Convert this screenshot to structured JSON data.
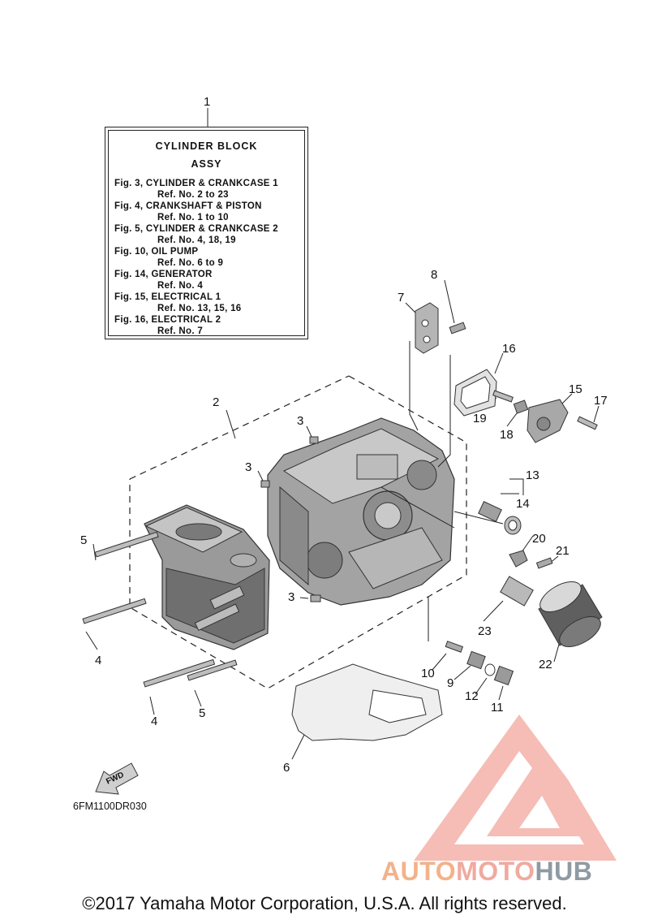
{
  "info_box": {
    "title_line1": "CYLINDER BLOCK",
    "title_line2": "ASSY",
    "figures": [
      {
        "fig": "Fig. 3, CYLINDER & CRANKCASE 1",
        "ref": "Ref. No. 2 to 23"
      },
      {
        "fig": "Fig. 4, CRANKSHAFT & PISTON",
        "ref": "Ref. No. 1 to 10"
      },
      {
        "fig": "Fig. 5, CYLINDER & CRANKCASE 2",
        "ref": "Ref. No. 4, 18, 19"
      },
      {
        "fig": "Fig. 10, OIL PUMP",
        "ref": "Ref. No. 6 to 9"
      },
      {
        "fig": "Fig. 14, GENERATOR",
        "ref": "Ref. No. 4"
      },
      {
        "fig": "Fig. 15, ELECTRICAL 1",
        "ref": "Ref. No. 13, 15, 16"
      },
      {
        "fig": "Fig. 16, ELECTRICAL 2",
        "ref": "Ref. No. 7"
      }
    ]
  },
  "callouts": [
    "1",
    "2",
    "3",
    "3",
    "3",
    "4",
    "4",
    "5",
    "5",
    "6",
    "7",
    "8",
    "9",
    "10",
    "11",
    "12",
    "13",
    "14",
    "15",
    "16",
    "17",
    "18",
    "19",
    "20",
    "21",
    "22",
    "23"
  ],
  "fwd_label": "FWD",
  "diagram_code": "6FM1100DR030",
  "copyright": "©2017 Yamaha Motor Corporation, U.S.A. All rights reserved.",
  "watermark": {
    "part1": "AUTO",
    "part2": "MOTO",
    "part3": "HUB",
    "colors": {
      "logo": "#f0a49a",
      "auto": "#f3b28a",
      "moto": "#f0aaa0",
      "hub": "#8f9aa3"
    }
  }
}
